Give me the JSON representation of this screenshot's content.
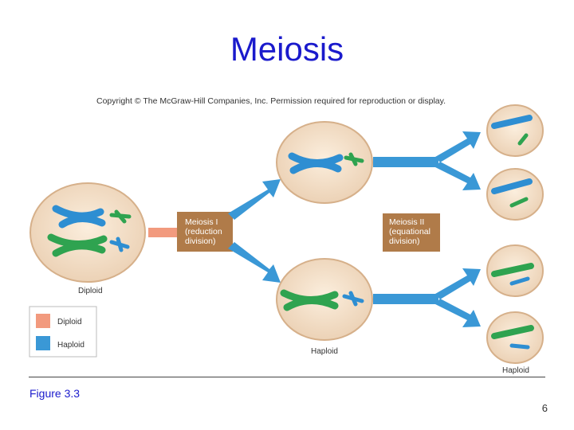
{
  "slide": {
    "title": "Meiosis",
    "copyright": "Copyright © The McGraw-Hill Companies, Inc. Permission required for reproduction or display.",
    "caption": "Figure 3.3",
    "page_number": "6"
  },
  "diagram": {
    "stage1_label_lines": [
      "Meiosis I",
      "(reduction",
      "division)"
    ],
    "stage2_label_lines": [
      "Meiosis II",
      "(equational",
      "division)"
    ],
    "diploid_label": "Diploid",
    "haploid_label": "Haploid",
    "haploid_label_final": "Haploid",
    "legend": [
      {
        "label": "Diploid",
        "color": "#f29a7e"
      },
      {
        "label": "Haploid",
        "color": "#3a98d6"
      }
    ],
    "colors": {
      "cell_fill": "#f6e2cc",
      "cell_stroke": "#d6b08a",
      "arrow": "#3a98d6",
      "stub": "#f29a7e",
      "stage_box": "#b07b49",
      "chromosome_blue": "#2e8ed2",
      "chromosome_green": "#2fa350"
    }
  }
}
